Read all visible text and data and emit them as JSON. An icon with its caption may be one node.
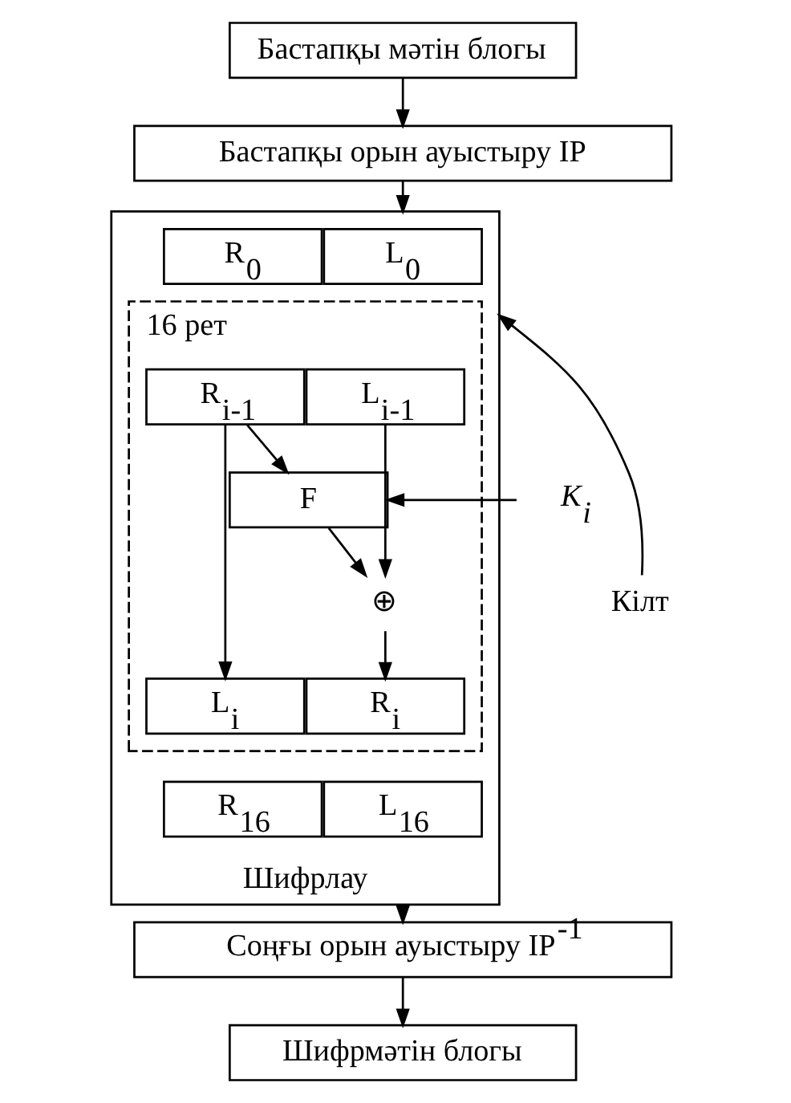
{
  "diagram": {
    "nodes": [
      {
        "text": [
          "Бастапқы мәтін блогы"
        ]
      },
      {
        "text": [
          "Бастапқы орын ауыстыру IP"
        ]
      },
      {
        "text": [
          "Шифрлау"
        ]
      },
      {
        "text": [
          "L$_{0}$"
        ],
        "in": 2
      },
      {
        "text": [
          "R$_{0}$"
        ],
        "in": 2
      },
      {
        "text": [
          "16 рет"
        ],
        "in": 2
      },
      {
        "text": [
          "L$_{i-1}$"
        ],
        "in": 5
      },
      {
        "text": [
          "R$_{i-1}$"
        ],
        "in": 5
      },
      {
        "text": [
          "F"
        ],
        "in": 5
      },
      {
        "text": [
          "⊕"
        ],
        "in": 5
      },
      {
        "text": [
          "L$_{i}$"
        ],
        "in": 5
      },
      {
        "text": [
          "R$_{i}$"
        ],
        "in": 5
      },
      {
        "text": [
          "R$_{16}$"
        ],
        "in": 2
      },
      {
        "text": [
          "L$_{16}$"
        ],
        "in": 2
      },
      {
        "text": [
          "K$_{i}$"
        ]
      },
      {
        "text": [
          "Кілт"
        ]
      },
      {
        "text": [
          "Соңғы орын ауыстыру IP$^{-1}$"
        ]
      },
      {
        "text": [
          "Шифрмәтін блогы"
        ]
      }
    ],
    "edges": [
      {
        "from": 0,
        "to": 1,
        "arrow": "to"
      },
      {
        "from": 1,
        "to": 2,
        "arrow": "to"
      },
      {
        "from": 7,
        "to": 8,
        "arrow": "to"
      },
      {
        "from": 7,
        "to": 10,
        "arrow": "to"
      },
      {
        "from": 14,
        "to": 8,
        "arrow": "to"
      },
      {
        "from": 6,
        "to": 9,
        "arrow": "to"
      },
      {
        "from": 8,
        "to": 9,
        "arrow": "to"
      },
      {
        "from": 9,
        "to": 11,
        "arrow": "to"
      },
      {
        "from": 15,
        "to": 2,
        "arrow": "to"
      },
      {
        "from": 2,
        "to": 16,
        "arrow": "to"
      },
      {
        "from": 16,
        "to": 17,
        "arrow": "to"
      }
    ]
  }
}
